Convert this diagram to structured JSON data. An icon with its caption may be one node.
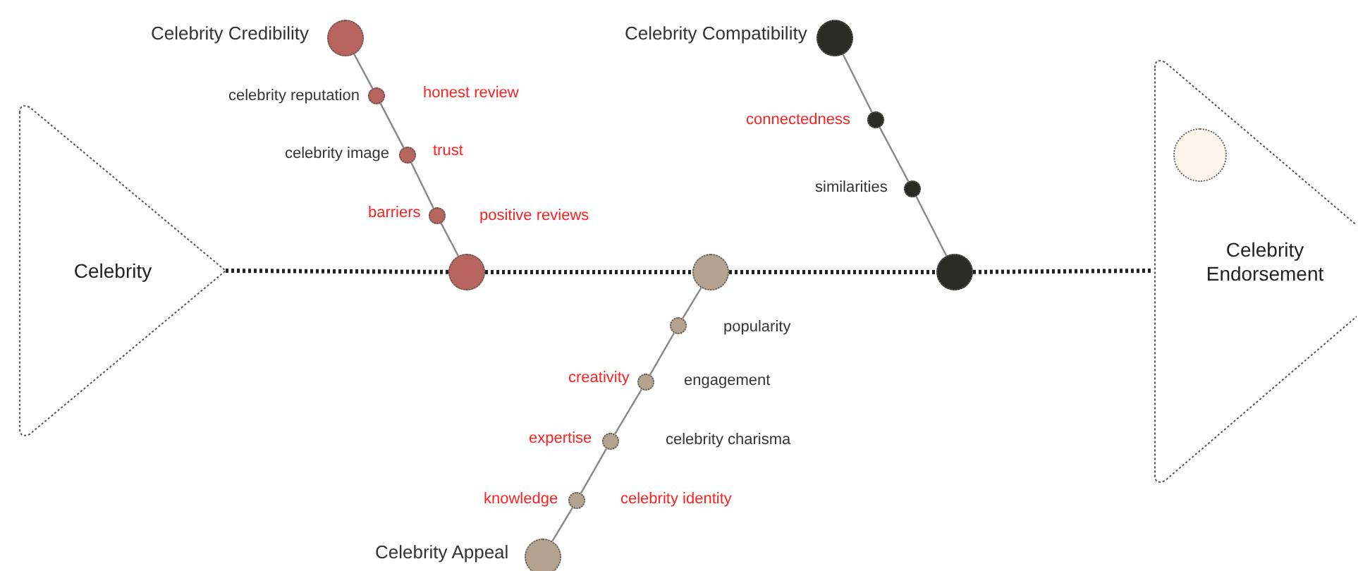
{
  "diagram": {
    "nodes": [
      {
        "text": [
          "Celebrity"
        ]
      },
      {
        "text": [
          "Celebrity Endorsement"
        ]
      },
      {
        "text": [],
        "shape": "circle",
        "in": 1
      },
      {
        "text": [],
        "shape": "circle",
        "beside": [
          "Celebrity Credibility"
        ]
      },
      {
        "text": [],
        "shape": "circle",
        "beside": [
          "celebrity reputation",
          "honest review"
        ]
      },
      {
        "text": [],
        "shape": "circle",
        "beside": [
          "celebrity image",
          "trust"
        ]
      },
      {
        "text": [],
        "shape": "circle",
        "beside": [
          "barriers",
          "positive reviews"
        ]
      },
      {
        "text": [],
        "shape": "circle"
      },
      {
        "text": [],
        "shape": "circle",
        "beside": [
          "Celebrity Compatibility"
        ]
      },
      {
        "text": [],
        "shape": "circle",
        "beside": [
          "connectedness"
        ]
      },
      {
        "text": [],
        "shape": "circle",
        "beside": [
          "similarities"
        ]
      },
      {
        "text": [],
        "shape": "circle"
      },
      {
        "text": [],
        "shape": "circle"
      },
      {
        "text": [],
        "shape": "circle",
        "beside": [
          "popularity"
        ]
      },
      {
        "text": [],
        "shape": "circle",
        "beside": [
          "creativity",
          "engagement"
        ]
      },
      {
        "text": [],
        "shape": "circle",
        "beside": [
          "expertise",
          "celebrity charisma"
        ]
      },
      {
        "text": [],
        "shape": "circle",
        "beside": [
          "knowledge",
          "celebrity identity"
        ]
      },
      {
        "text": [],
        "shape": "circle",
        "beside": [
          "Celebrity Appeal"
        ]
      }
    ],
    "edges": [
      {
        "from": 3,
        "to": 4,
        "arrow": "none"
      },
      {
        "from": 4,
        "to": 5,
        "arrow": "none"
      },
      {
        "from": 5,
        "to": 6,
        "arrow": "none"
      },
      {
        "from": 6,
        "to": 7,
        "arrow": "none"
      },
      {
        "from": 8,
        "to": 9,
        "arrow": "none"
      },
      {
        "from": 9,
        "to": 10,
        "arrow": "none"
      },
      {
        "from": 10,
        "to": 12,
        "arrow": "none"
      },
      {
        "from": 11,
        "to": 13,
        "arrow": "none"
      },
      {
        "from": 13,
        "to": 14,
        "arrow": "none"
      },
      {
        "from": 14,
        "to": 15,
        "arrow": "none"
      },
      {
        "from": 15,
        "to": 16,
        "arrow": "none"
      },
      {
        "from": 16,
        "to": 17,
        "arrow": "none"
      },
      {
        "from": 0,
        "to": 7,
        "arrow": "none",
        "style": "dashed",
        "color": "#222222"
      },
      {
        "from": 7,
        "to": 11,
        "arrow": "none",
        "style": "dashed",
        "color": "#222222"
      },
      {
        "from": 11,
        "to": 12,
        "arrow": "none",
        "style": "dashed",
        "color": "#222222"
      },
      {
        "from": 12,
        "to": 1,
        "arrow": "none",
        "style": "dashed",
        "color": "#222222"
      }
    ]
  }
}
